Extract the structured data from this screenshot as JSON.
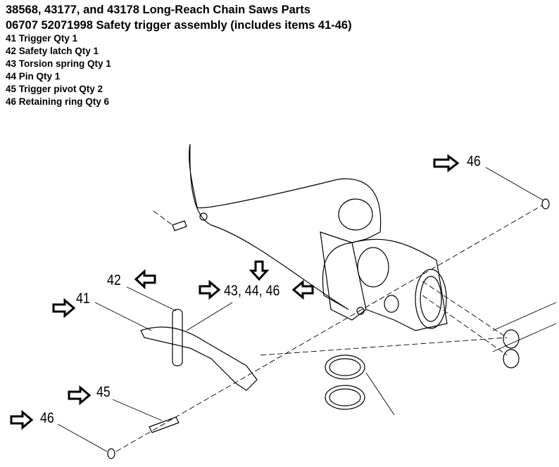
{
  "header": {
    "title": "38568, 43177, and 43178 Long-Reach Chain Saws Parts",
    "assembly": "06707  52071998  Safety trigger assembly (includes items 41-46)"
  },
  "parts": [
    {
      "label": "41 Trigger Qty 1"
    },
    {
      "label": "42 Safety latch  Qty 1"
    },
    {
      "label": "43 Torsion spring  Qty 1"
    },
    {
      "label": "44 Pin  Qty 1"
    },
    {
      "label": "45 Trigger pivot  Qty 2"
    },
    {
      "label": "46 Retaining ring  Qty 6"
    }
  ],
  "callouts": {
    "c46_top": "46",
    "c42": "42",
    "c43_44_46": "43, 44, 46",
    "c41": "41",
    "c45": "45",
    "c46_bottom": "46"
  }
}
